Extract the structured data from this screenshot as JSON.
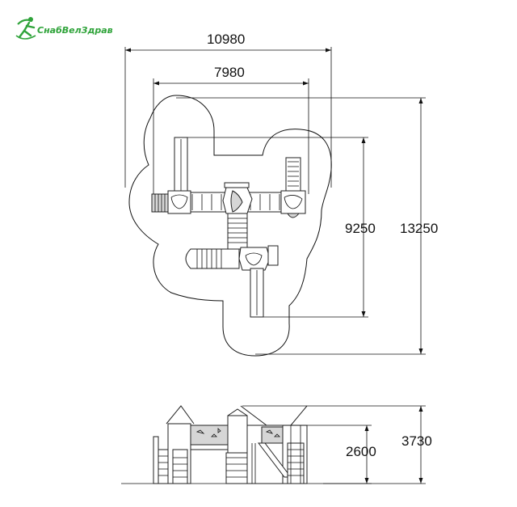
{
  "logo": {
    "text": "СнабВелЗдрав",
    "brand_color": "#2fa33a"
  },
  "plan_view": {
    "dim_total_width": "10980",
    "dim_inner_width": "7980",
    "dim_inner_height": "9250",
    "dim_total_height": "13250"
  },
  "elevation_view": {
    "dim_platform_height": "2600",
    "dim_total_height": "3730"
  }
}
